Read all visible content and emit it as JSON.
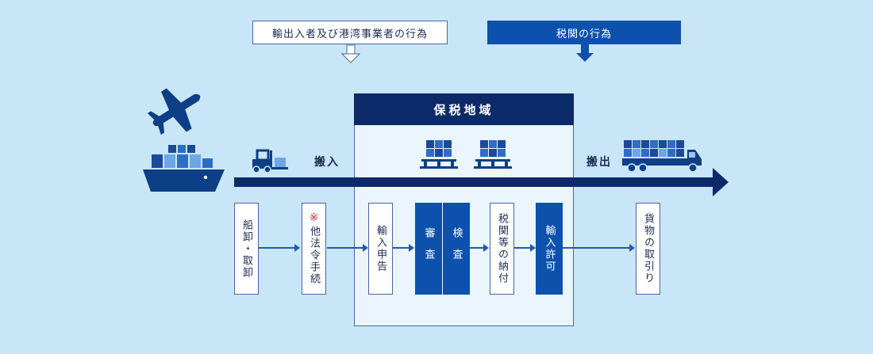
{
  "legend": {
    "trader": "輸出入者及び港湾事業者の行為",
    "customs": "税関の行為"
  },
  "zone": {
    "title": "保税地域"
  },
  "flow": {
    "in_label": "搬入",
    "out_label": "搬出"
  },
  "steps": {
    "unloading": "船卸・取卸",
    "other_laws_mark": "※",
    "other_laws": "他法令手続",
    "import_declaration": "輸入申告",
    "examination": "審査",
    "inspection": "検査",
    "tax_payment": "税関等の納付",
    "import_permit": "輸入許可",
    "cargo_pickup": "貨物の取引り"
  },
  "colors": {
    "background": "#c9e6f8",
    "customs_blue": "#0c52ad",
    "dark_navy": "#0c2a6a",
    "zone_fill": "#eaf5fd"
  },
  "icons": [
    "airplane-icon",
    "cargo-ship-icon",
    "forklift-icon",
    "pallet-icon",
    "truck-icon"
  ]
}
